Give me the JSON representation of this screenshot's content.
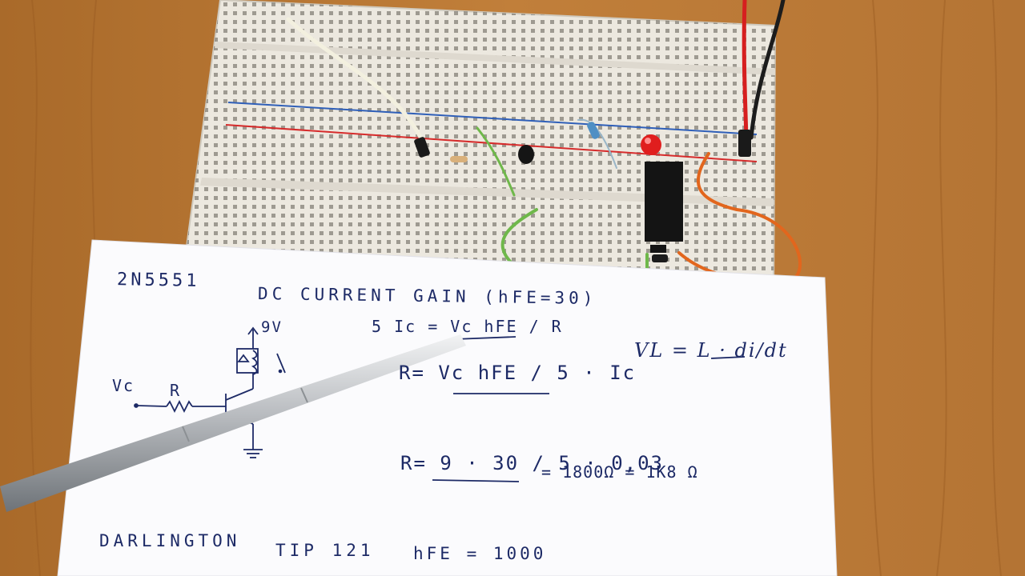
{
  "scene": {
    "subject": "breadboard-with-handwritten-notes",
    "colors": {
      "table": "#b8752f",
      "breadboard": "#ece8df",
      "paper": "#fbfbfd",
      "ink": "#1d2a66",
      "red_rail": "#d62b2b",
      "blue_rail": "#2f5fb8",
      "pen": "#c7c9cc"
    }
  },
  "notes": {
    "transistor_model": "2N5551",
    "gain_line": "DC CURRENT GAIN (hFE=30)",
    "supply_label": "9V",
    "vc_label": "Vc",
    "r_label": "R",
    "formula_1": "5 Ic = Vc hFE / R",
    "formula_2": "R= Vc hFE / 5 · Ic",
    "formula_3": "R= 9 · 30 / 5 · 0,03",
    "formula_result": "= 1800Ω = 1K8 Ω",
    "inductor_formula": "VL = L · di/dt",
    "darlington": "DARLINGTON",
    "darlington_part": "TIP 121",
    "darlington_gain": "hFE = 1000"
  }
}
